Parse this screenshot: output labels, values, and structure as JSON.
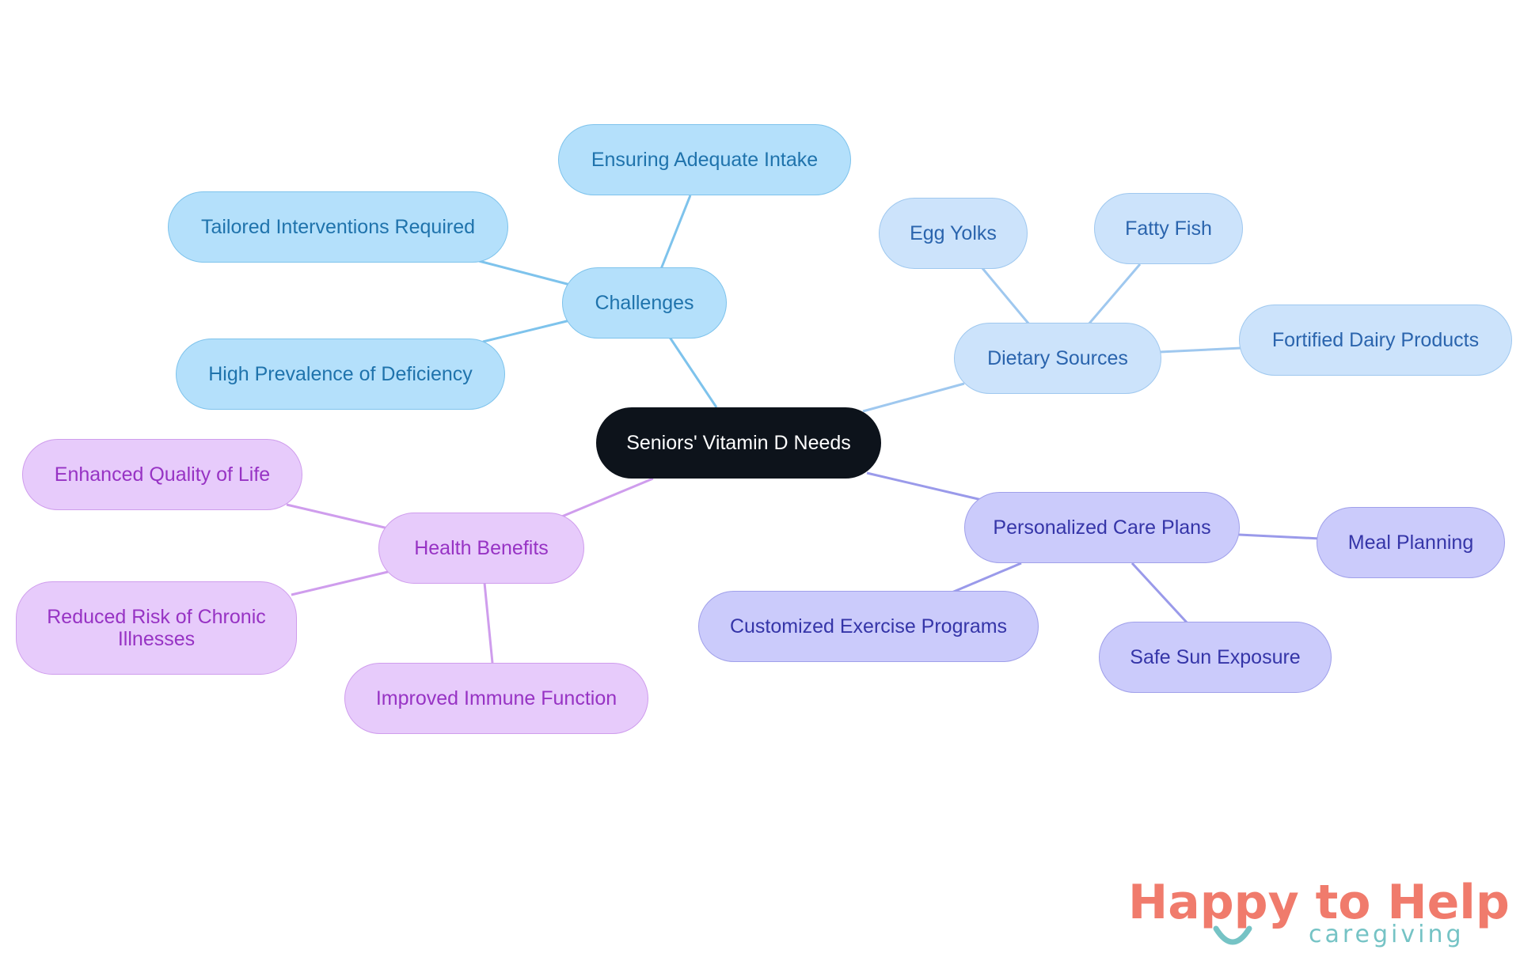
{
  "root": {
    "label": "Seniors' Vitamin D Needs"
  },
  "branches": {
    "challenges": {
      "label": "Challenges",
      "children": [
        "Ensuring Adequate Intake",
        "Tailored Interventions Required",
        "High Prevalence of Deficiency"
      ]
    },
    "dietary": {
      "label": "Dietary Sources",
      "children": [
        "Egg Yolks",
        "Fatty Fish",
        "Fortified Dairy Products"
      ]
    },
    "care": {
      "label": "Personalized Care Plans",
      "children": [
        "Meal Planning",
        "Customized Exercise Programs",
        "Safe Sun Exposure"
      ]
    },
    "health": {
      "label": "Health Benefits",
      "children": [
        "Enhanced Quality of Life",
        "Reduced Risk of Chronic Illnesses",
        "Improved Immune Function"
      ]
    }
  },
  "colors": {
    "challenges": "#7ec3ec",
    "dietary": "#9fc8ef",
    "care": "#9a9aea",
    "health": "#cf9ded",
    "root": "#0d131b"
  },
  "logo": {
    "title": "Happy to Help",
    "subtitle": "caregiving"
  }
}
